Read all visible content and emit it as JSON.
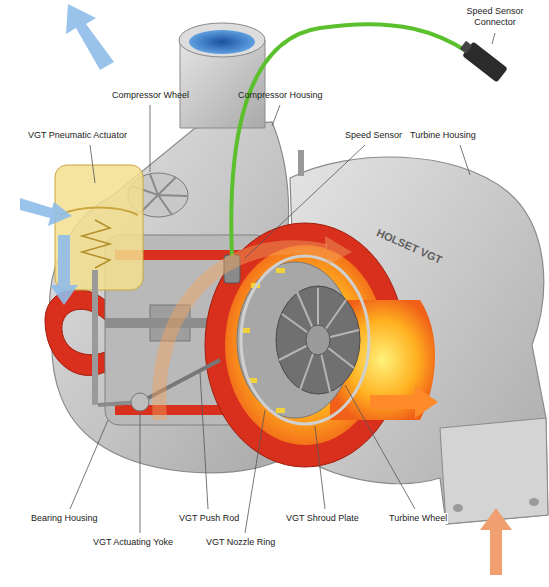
{
  "diagram": {
    "labels": [
      "Speed Sensor Connector",
      "Compressor Housing",
      "Compressor Wheel",
      "VGT Pneumatic Actuator",
      "Speed Sensor",
      "Turbine Housing",
      "HOLSET VGT",
      "Bearing Housing",
      "VGT Actuating Yoke",
      "VGT Push Rod",
      "VGT Nozzle Ring",
      "VGT Shroud Plate",
      "Turbine Wheel"
    ]
  }
}
